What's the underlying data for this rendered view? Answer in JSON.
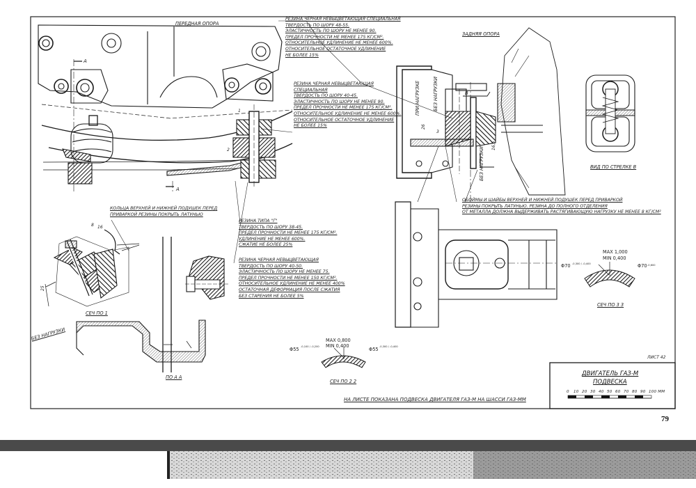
{
  "labels": {
    "front_mount": "ПЕРЕДНАЯ ОПОРА",
    "rear_mount": "ЗАДНЯЯ ОПОРА",
    "view_arrow": "ВИД ПО СТРЕЛКЕ В",
    "section_1": "СЕЧ ПО 1",
    "section_aa": "ПО А А",
    "section_22": "СЕЧ ПО 2 2",
    "section_33": "СЕЧ ПО 3 3",
    "no_load": "БЕЗ НАГРУЗКИ",
    "no_load_vertical": "БЕЗ НАГРУЗКИ",
    "max_load": "ПРИ НАГРУЗКЕ",
    "rings_note": [
      "КОЛЬЦА ВЕРХНЕЙ И НИЖНЕЙ ПОДУШЕК ПЕРЕД",
      "ПРИВАРКОЙ РЕЗИНЫ ПОКРЫТЬ ЛАТУНЬЮ"
    ],
    "marker_a": "А",
    "marker_b": "В",
    "marker_1": "1",
    "marker_2": "2",
    "marker_3": "3",
    "dim_25": "25",
    "dim_16": "16",
    "dim_26": "26",
    "dim_165": "16,5",
    "thread": "8",
    "sheet": "ЛИСТ 42"
  },
  "rubber_specs": {
    "spec_a": [
      "РЕЗИНА ЧЕРНАЯ НЕВЫЦВЕТАЮЩАЯ СПЕЦИАЛЬНАЯ",
      "ТВЕРДОСТЬ ПО ШОРУ 48-55.",
      "ЭЛАСТИЧНОСТЬ ПО ШОРУ НЕ МЕНЕЕ 90.",
      "ПРЕДЕЛ ПРОЧНОСТИ НЕ МЕНЕЕ 175 КГ/СМ².",
      "ОТНОСИТЕЛЬНОЕ УДЛИНЕНИЕ НЕ МЕНЕЕ 600%.",
      "ОТНОСИТЕЛЬНОЕ ОСТАТОЧНОЕ УДЛИНЕНИЕ",
      "НЕ БОЛЕЕ 15%"
    ],
    "spec_b": [
      "РЕЗИНА ЧЕРНАЯ НЕВЫЦВЕТАЮЩАЯ",
      "СПЕЦИАЛЬНАЯ",
      "ТВЕРДОСТЬ ПО ШОРУ 40-45.",
      "ЭЛАСТИЧНОСТЬ ПО ШОРУ НЕ МЕНЕЕ 90.",
      "ПРЕДЕЛ ПРОЧНОСТИ НЕ МЕНЕЕ 175 КГ/СМ².",
      "ОТНОСИТЕЛЬНОЕ УДЛИНЕНИЕ НЕ МЕНЕЕ 600%.",
      "ОТНОСИТЕЛЬНОЕ ОСТАТОЧНОЕ УДЛИНЕНИЕ",
      "НЕ БОЛЕЕ 15%"
    ],
    "spec_c": [
      "РЕЗИНА ТИПА \"Г\"",
      "ТВЕРДОСТЬ ПО ШОРУ 38-45.",
      "ПРЕДЕЛ ПРОЧНОСТИ НЕ МЕНЕЕ 175 КГ/СМ².",
      "УДЛИНЕНИЕ НЕ МЕНЕЕ 600%.",
      "СЖАТИЕ НЕ БОЛЕЕ 25%"
    ],
    "spec_d": [
      "РЕЗИНА ЧЕРНАЯ НЕВЫЦВЕТАЮЩАЯ",
      "ТВЕРДОСТЬ ПО ШОРУ 40-50.",
      "ЭЛАСТИЧНОСТЬ ПО ШОРУ НЕ МЕНЕЕ 75.",
      "ПРЕДЕЛ ПРОЧНОСТИ НЕ МЕНЕЕ 150 КГ/СМ².",
      "ОТНОСИТЕЛЬНОЕ УДЛИНЕНИЕ НЕ МЕНЕЕ 400%",
      "ОСТАТОЧНАЯ ДЕФОРМАЦИЯ ПОСЛЕ СЖАТИЯ",
      "БЕЗ СТАРЕНИЯ НЕ БОЛЕЕ 5%"
    ],
    "brass_note": [
      "ОБОЙМЫ И ШАЙБЫ ВЕРХНЕЙ И НИЖНЕЙ ПОДУШЕК ПЕРЕД ПРИВАРКОЙ",
      "РЕЗИНЫ ПОКРЫТЬ ЛАТУНЬЮ. РЕЗИНА ДО ПОЛНОГО ОТДЕЛЕНИЯ",
      "ОТ МЕТАЛЛА ДОЛЖНА ВЫДЕРЖИВАТЬ РАСТЯГИВАЮЩУЮ НАГРУЗКУ НЕ МЕНЕЕ 8 КГ/СМ²"
    ]
  },
  "tolerances": {
    "s22_max": "MAX 0,800",
    "s22_min": "MIN 0,400",
    "s22_dia_left": "Φ55",
    "s22_dia_left_tol": "-0,100 / -0,200",
    "s22_dia_right": "Φ55",
    "s22_dia_right_tol": "-0,300 / -0,400",
    "s33_max": "MAX 1,000",
    "s33_min": "MIN 0,400",
    "s33_dia_left": "Φ70",
    "s33_dia_left_tol": "-0,300 / -0,400",
    "s33_dia_right": "Φ70",
    "s33_dia_right_tol": "-0,600"
  },
  "title_block": {
    "title_line1": "ДВИГАТЕЛЬ ГАЗ-М",
    "title_line2": "ПОДВЕСКА",
    "scale_ticks": [
      "0",
      "10",
      "20",
      "30",
      "40",
      "50",
      "60",
      "70",
      "80",
      "90",
      "100 ММ"
    ]
  },
  "footer_note": "НА ЛИСТЕ ПОКАЗАНА ПОДВЕСКА ДВИГАТЕЛЯ ГАЗ-М НА ШАССИ ГАЗ-ММ",
  "page_number": "79",
  "colors": {
    "ink": "#1a1a1a",
    "paper": "#ffffff",
    "scan_band": "#3a3a3a"
  }
}
